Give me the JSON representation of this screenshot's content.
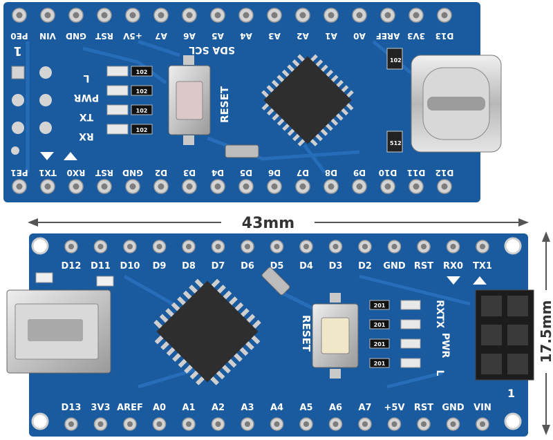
{
  "top_board": {
    "top_pins": [
      "PE0",
      "VIN",
      "GND",
      "RST",
      "+5V",
      "A7",
      "A6",
      "A5",
      "A4",
      "A3",
      "A2",
      "A1",
      "A0",
      "AREF",
      "3V3",
      "D13"
    ],
    "bottom_pins": [
      "PE1",
      "TX1",
      "RX0",
      "RST",
      "GND",
      "D2",
      "D3",
      "D4",
      "D5",
      "D6",
      "D7",
      "D8",
      "D9",
      "D10",
      "D11",
      "D12"
    ],
    "pin1_marker": "1",
    "led_labels": [
      "L",
      "PWR",
      "TX",
      "RX"
    ],
    "resistor_codes": [
      "102",
      "102",
      "102",
      "102"
    ],
    "reset_label": "RESET",
    "i2c_label": "SDA SCL",
    "smd_labels": [
      "102",
      "512"
    ]
  },
  "bottom_board": {
    "top_pins": [
      "D12",
      "D11",
      "D10",
      "D9",
      "D8",
      "D7",
      "D6",
      "D5",
      "D4",
      "D3",
      "D2",
      "GND",
      "RST",
      "RX0",
      "TX1"
    ],
    "bottom_pins": [
      "D13",
      "3V3",
      "AREF",
      "A0",
      "A1",
      "A2",
      "A3",
      "A4",
      "A5",
      "A6",
      "A7",
      "+5V",
      "RST",
      "GND",
      "VIN"
    ],
    "led_labels": [
      "RX",
      "TX",
      "PWR",
      "L"
    ],
    "resistor_codes": [
      "201",
      "201",
      "201",
      "201"
    ],
    "reset_label": "RESET",
    "pin1_marker": "1"
  },
  "dimensions": {
    "width": "43mm",
    "height": "17.5mm"
  },
  "colors": {
    "pcb": "#1a5a9e",
    "pcb_trace": "#2a72c0",
    "pad": "#d4d4d4",
    "chip": "#2e2e2e",
    "silkscreen": "#ffffff"
  }
}
